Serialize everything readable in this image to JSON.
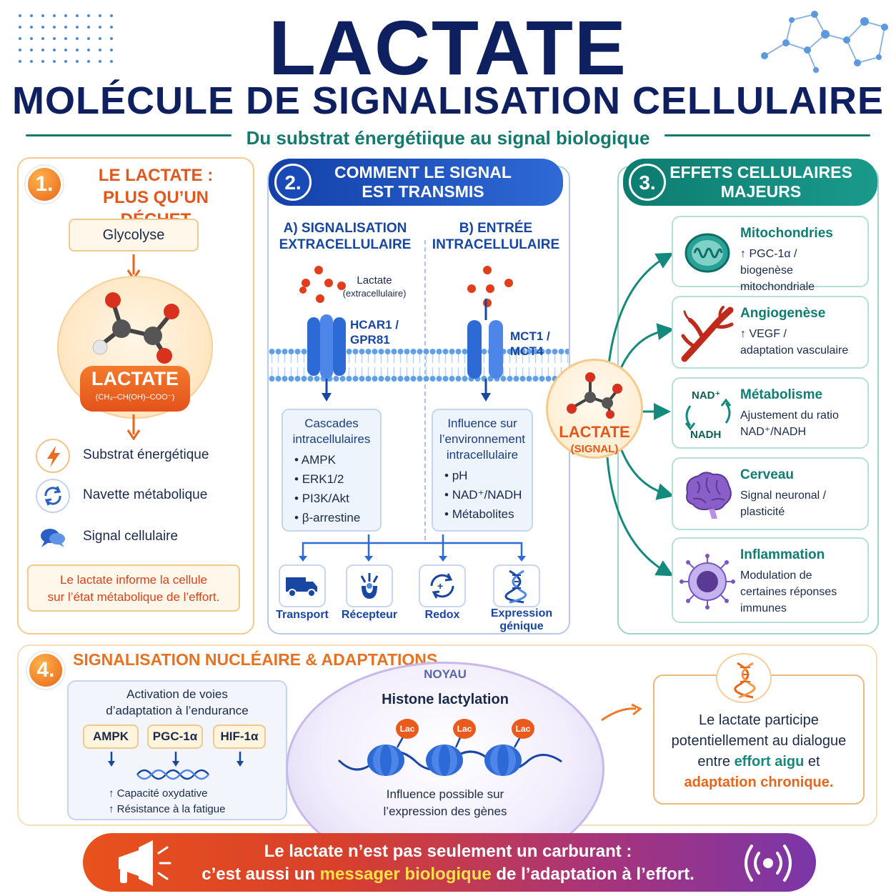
{
  "header": {
    "title": "LACTATE",
    "subtitle": "MOLÉCULE DE SIGNALISATION CELLULAIRE",
    "tagline": "Du substrat énergétiique au signal biologique"
  },
  "section1": {
    "number": "1.",
    "title_line1": "LE LACTATE :",
    "title_line2": "PLUS QU’UN DÉCHET",
    "glycolyse": "Glycolyse",
    "molecule_label": "LACTATE",
    "molecule_formula": "(CH₃–CH(OH)–COO⁻)",
    "roles": [
      {
        "icon": "lightning-icon",
        "label": "Substrat énergétique"
      },
      {
        "icon": "cycle-arrows-icon",
        "label": "Navette métabolique"
      },
      {
        "icon": "chat-bubbles-icon",
        "label": "Signal cellulaire"
      }
    ],
    "note_line1": "Le lactate informe la cellule",
    "note_line2": "sur l’état métabolique de l’effort."
  },
  "section2": {
    "number": "2.",
    "title_line1": "COMMENT LE SIGNAL",
    "title_line2": "EST TRANSMIS",
    "col_a": {
      "title_line1": "A) SIGNALISATION",
      "title_line2": "EXTRACELLULAIRE",
      "lactate_label": "Lactate",
      "lactate_sub": "(extracellulaire)",
      "receptor_line1": "HCAR1 /",
      "receptor_line2": "GPR81",
      "box_title_line1": "Cascades",
      "box_title_line2": "intracellulaires",
      "items": [
        "AMPK",
        "ERK1/2",
        "PI3K/Akt",
        "β-arrestine"
      ]
    },
    "col_b": {
      "title_line1": "B) ENTRÉE",
      "title_line2": "INTRACELLULAIRE",
      "transporter_line1": "MCT1 /",
      "transporter_line2": "MCT4",
      "box_title_line1": "Influence sur",
      "box_title_line2": "l’environnement",
      "box_title_line3": "intracellulaire",
      "items": [
        "pH",
        "NAD⁺/NADH",
        "Métabolites"
      ]
    },
    "mechanisms": [
      {
        "icon": "truck-icon",
        "label": "Transport"
      },
      {
        "icon": "receptor-icon",
        "label": "Récepteur"
      },
      {
        "icon": "redox-cycle-icon",
        "label": "Redox"
      },
      {
        "icon": "dna-icon",
        "label": "Expression",
        "label2": "génique"
      }
    ]
  },
  "section3": {
    "number": "3.",
    "title_line1": "EFFETS CELLULAIRES",
    "title_line2": "MAJEURS",
    "center_label": "LACTATE",
    "center_sub": "(SIGNAL)",
    "effects": [
      {
        "icon": "mitochondria-icon",
        "title": "Mitochondries",
        "line1": "↑ PGC-1α /",
        "line2": "biogenèse mitochondriale"
      },
      {
        "icon": "blood-vessel-icon",
        "title": "Angiogenèse",
        "line1": "↑ VEGF /",
        "line2": "adaptation vasculaire"
      },
      {
        "icon": "nad-cycle-icon",
        "title": "Métabolisme",
        "line1": "Ajustement du ratio",
        "line2": "NAD⁺/NADH",
        "nad_top": "NAD⁺",
        "nad_bottom": "NADH"
      },
      {
        "icon": "brain-icon",
        "title": "Cerveau",
        "line1": "Signal neuronal /",
        "line2": "plasticité"
      },
      {
        "icon": "immune-cell-icon",
        "title": "Inflammation",
        "line1": "Modulation de",
        "line2": "certaines réponses",
        "line3": "immunes"
      }
    ]
  },
  "section4": {
    "number": "4.",
    "title": "SIGNALISATION NUCLÉAIRE & ADAPTATIONS",
    "left_title_line1": "Activation de voies",
    "left_title_line2": "d’adaptation à l’endurance",
    "pills": [
      "AMPK",
      "PGC-1α",
      "HIF-1α"
    ],
    "outcome1": "↑ Capacité oxydative",
    "outcome2": "↑ Résistance à la fatigue",
    "nucleus_label": "NOYAU",
    "nucleus_title": "Histone lactylation",
    "lac_tag": "Lac",
    "nucleus_caption_line1": "Influence possible sur",
    "nucleus_caption_line2": "l’expression des gènes",
    "right_line1": "Le lactate participe",
    "right_line2": "potentiellement au dialogue",
    "right_line3_a": "entre ",
    "right_line3_b": "effort aigu",
    "right_line3_c": " et",
    "right_line4": "adaptation chronique."
  },
  "footer": {
    "line1": "Le lactate n’est pas seulement un carburant :",
    "line2_a": "c’est aussi un ",
    "line2_b": "messager biologique",
    "line2_c": " de l’adaptation à l’effort."
  },
  "colors": {
    "navy": "#0f2060",
    "orange": "#e8661a",
    "blue": "#1846a3",
    "teal": "#0e7e72"
  }
}
